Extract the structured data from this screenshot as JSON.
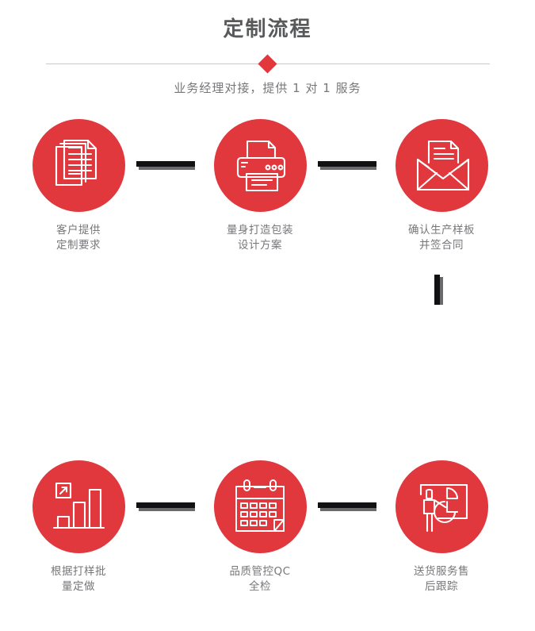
{
  "header": {
    "title": "定制流程",
    "subtitle": "业务经理对接，提供 1 对 1 服务",
    "diamond_color": "#e1373d",
    "divider_color": "#c9c9c9",
    "title_color": "#58595b",
    "subtitle_color": "#76777a"
  },
  "theme": {
    "accent": "#e1383e",
    "icon_stroke": "#ffffff",
    "connector_dark": "#111113",
    "connector_shadow": "#6a6a6d",
    "background": "#ffffff",
    "label_color": "#76777a"
  },
  "flow": {
    "rows": [
      {
        "steps": [
          {
            "index": 1,
            "icon": "documents-stack-icon",
            "label_line1": "客户提供",
            "label_line2": "定制要求"
          },
          {
            "index": 2,
            "icon": "printer-icon",
            "label_line1": "量身打造包装",
            "label_line2": "设计方案"
          },
          {
            "index": 3,
            "icon": "envelope-letter-icon",
            "label_line1": "确认生产样板",
            "label_line2": "并签合同"
          }
        ]
      },
      {
        "steps": [
          {
            "index": 4,
            "icon": "bar-chart-growth-icon",
            "label_line1": "根据打样批",
            "label_line2": "量定做"
          },
          {
            "index": 5,
            "icon": "calendar-check-icon",
            "label_line1": "品质管控QC",
            "label_line2": "全检"
          },
          {
            "index": 6,
            "icon": "presenter-pie-chart-icon",
            "label_line1": "送货服务售",
            "label_line2": "后跟踪"
          }
        ]
      }
    ],
    "connectors": {
      "horizontal_count": 4,
      "vertical_count": 1
    }
  }
}
